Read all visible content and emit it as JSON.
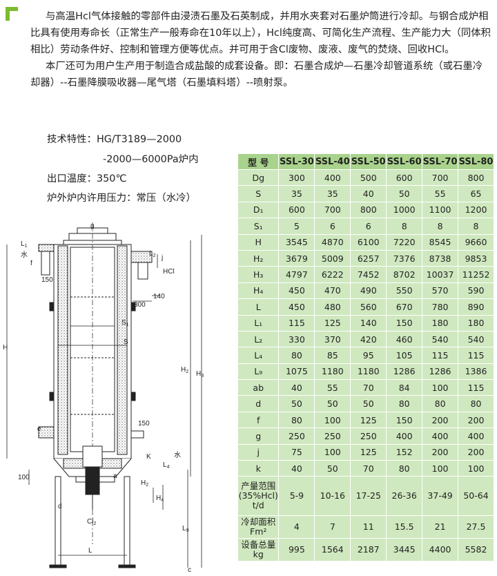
{
  "intro": {
    "para1": "与高温Hcl气体接触的零部件由浸渍石墨及石英制成，并用水夹套对石墨炉筒进行冷却。与钢合成炉相比具有使用寿命长（正常生产一般寿命在10年以上），Hcl纯度高、可简化生产流程、生产能力大（同体积相比）劳动条件好、控制和管理方便等优点。并可用于含Cl废物、废液、废气的焚烧、回收HCl。",
    "para2": "本厂还可为用户生产用于制造合成盐酸的成套设备。即：石墨合成炉—石墨冷却管道系统（或石墨冷却器）--石墨降膜吸收器—尾气塔（石墨填料塔）--喷射泵。"
  },
  "specs": {
    "line1": "技术特性：HG/T3189—2000",
    "line2": "-2000—6000Pa炉内",
    "line3": "出口温度：350℃",
    "line4": "炉外炉内许用压力：常压（水冷）"
  },
  "diagram": {
    "labels": {
      "g": "g",
      "L1": "L",
      "L1sub": "1",
      "water_top": "水",
      "f": "f",
      "d150a": "150",
      "L2": "L",
      "L2sub": "2",
      "j": "j",
      "hcl": "HCl",
      "d300": "300",
      "d140": "140",
      "S1": "S",
      "S1sub": "1",
      "S": "S",
      "H": "H",
      "H2": "H",
      "H2sub": "2",
      "H3": "H",
      "H3sub": "3",
      "d150b": "150",
      "e": "e",
      "k": "K",
      "water_bottom": "水",
      "L4": "L",
      "L4sub": "4",
      "d100": "100",
      "a": "a",
      "H2b": "H",
      "H2bsub": "2",
      "H4": "H",
      "H4sub": "4",
      "d": "d",
      "cl2": "Cl",
      "cl2sub": "2",
      "L9": "L",
      "L9sub": "9",
      "L": "L",
      "c": "c"
    }
  },
  "table": {
    "header": [
      "型  号",
      "SSL-30",
      "SSL-40",
      "SSL-50",
      "SSL-60",
      "SSL-70",
      "SSL-80"
    ],
    "rows": [
      [
        "Dg",
        "300",
        "400",
        "500",
        "600",
        "700",
        "800"
      ],
      [
        "S",
        "35",
        "35",
        "40",
        "50",
        "55",
        "65"
      ],
      [
        "D₁",
        "600",
        "700",
        "800",
        "1000",
        "1100",
        "1200"
      ],
      [
        "S₁",
        "5",
        "6",
        "6",
        "8",
        "8",
        "8"
      ],
      [
        "H",
        "3545",
        "4870",
        "6100",
        "7220",
        "8545",
        "9660"
      ],
      [
        "H₂",
        "3679",
        "5009",
        "6257",
        "7376",
        "8738",
        "9853"
      ],
      [
        "H₃",
        "4797",
        "6222",
        "7452",
        "8702",
        "10037",
        "11252"
      ],
      [
        "H₄",
        "450",
        "470",
        "490",
        "550",
        "570",
        "590"
      ],
      [
        "L",
        "450",
        "480",
        "560",
        "670",
        "780",
        "890"
      ],
      [
        "L₁",
        "115",
        "125",
        "140",
        "150",
        "180",
        "180"
      ],
      [
        "L₂",
        "330",
        "370",
        "420",
        "460",
        "540",
        "540"
      ],
      [
        "L₄",
        "80",
        "85",
        "95",
        "105",
        "115",
        "115"
      ],
      [
        "L₉",
        "1075",
        "1180",
        "1180",
        "1286",
        "1286",
        "1386"
      ],
      [
        "ab",
        "40",
        "55",
        "70",
        "84",
        "100",
        "115"
      ],
      [
        "d",
        "50",
        "50",
        "50",
        "80",
        "80",
        "80"
      ],
      [
        "f",
        "80",
        "100",
        "125",
        "150",
        "200",
        "200"
      ],
      [
        "g",
        "250",
        "250",
        "250",
        "400",
        "400",
        "400"
      ],
      [
        "j",
        "75",
        "100",
        "125",
        "152",
        "200",
        "200"
      ],
      [
        "k",
        "40",
        "50",
        "70",
        "80",
        "100",
        "100"
      ]
    ],
    "cap_label_1": "产量范围",
    "cap_label_2": "(35%Hcl)",
    "cap_label_3": "t/d",
    "cap_values": [
      "5-9",
      "10-16",
      "17-25",
      "26-36",
      "37-49",
      "50-64"
    ],
    "cool_label_1": "冷却面积",
    "cool_label_2": "Fm²",
    "cool_values": [
      "4",
      "7",
      "11",
      "15.5",
      "21",
      "27.5"
    ],
    "wt_label_1": "设备总量",
    "wt_label_2": "kg",
    "wt_values": [
      "995",
      "1564",
      "2187",
      "3445",
      "4400",
      "5582"
    ]
  }
}
